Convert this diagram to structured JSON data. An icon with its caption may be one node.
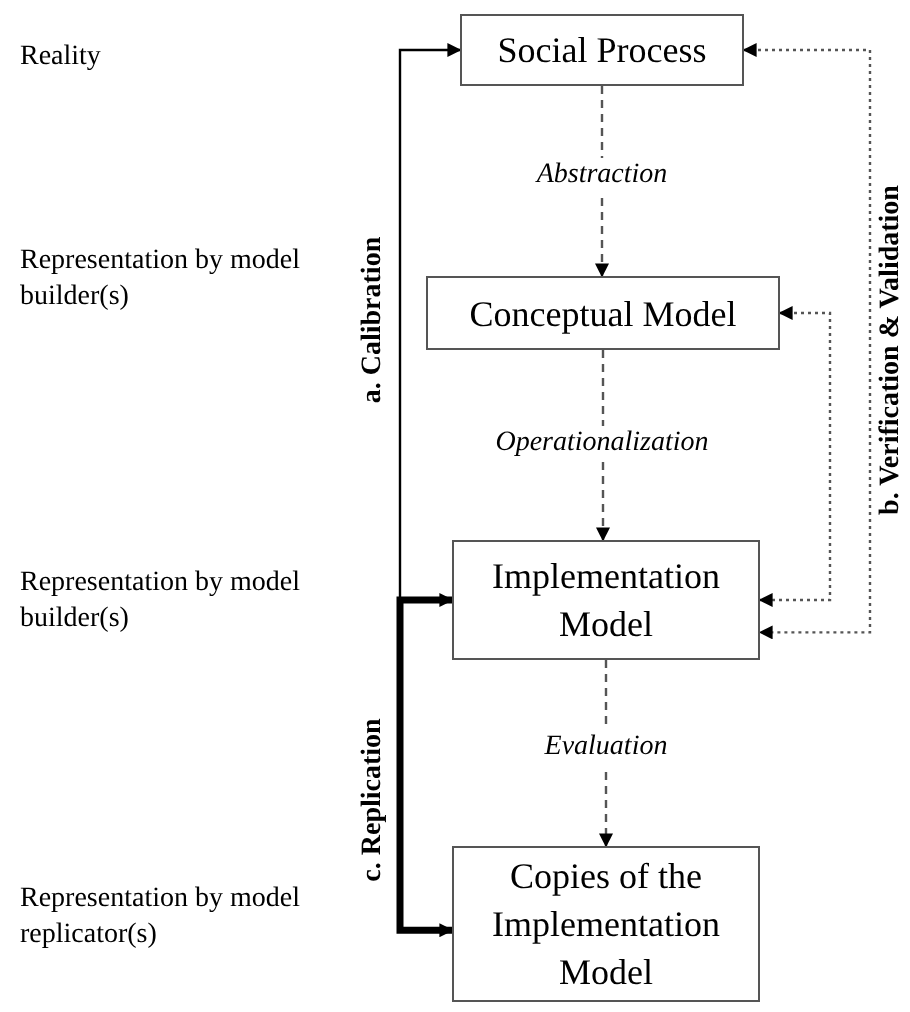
{
  "diagram": {
    "nodes": [
      {
        "text": [
          "Social Process"
        ]
      },
      {
        "text": [
          "Conceptual Model"
        ]
      },
      {
        "text": [
          "Implementation Model"
        ]
      },
      {
        "text": [
          "Copies of the Implementation Model"
        ]
      }
    ],
    "edges": [
      {
        "from": 0,
        "to": 1,
        "arrow": "to",
        "label": "Abstraction",
        "style": "dashed"
      },
      {
        "from": 1,
        "to": 2,
        "arrow": "to",
        "label": "Operationalization",
        "style": "dashed"
      },
      {
        "from": 2,
        "to": 3,
        "arrow": "to",
        "label": "Evaluation",
        "style": "dashed"
      },
      {
        "from": 2,
        "to": 0,
        "arrow": "to",
        "label": "a. Calibration"
      },
      {
        "from": 2,
        "to": 3,
        "arrow": "both",
        "label": "c. Replication",
        "style": "thick"
      },
      {
        "from": 0,
        "to": 2,
        "arrow": "both",
        "label": "b. Verification & Validation",
        "style": "dashed"
      },
      {
        "from": 1,
        "to": 2,
        "arrow": "both",
        "style": "dashed"
      }
    ],
    "labels": [
      "Reality",
      "Representation by model builder(s)",
      "Representation by model builder(s)",
      "Representation by model replicator(s)"
    ]
  }
}
